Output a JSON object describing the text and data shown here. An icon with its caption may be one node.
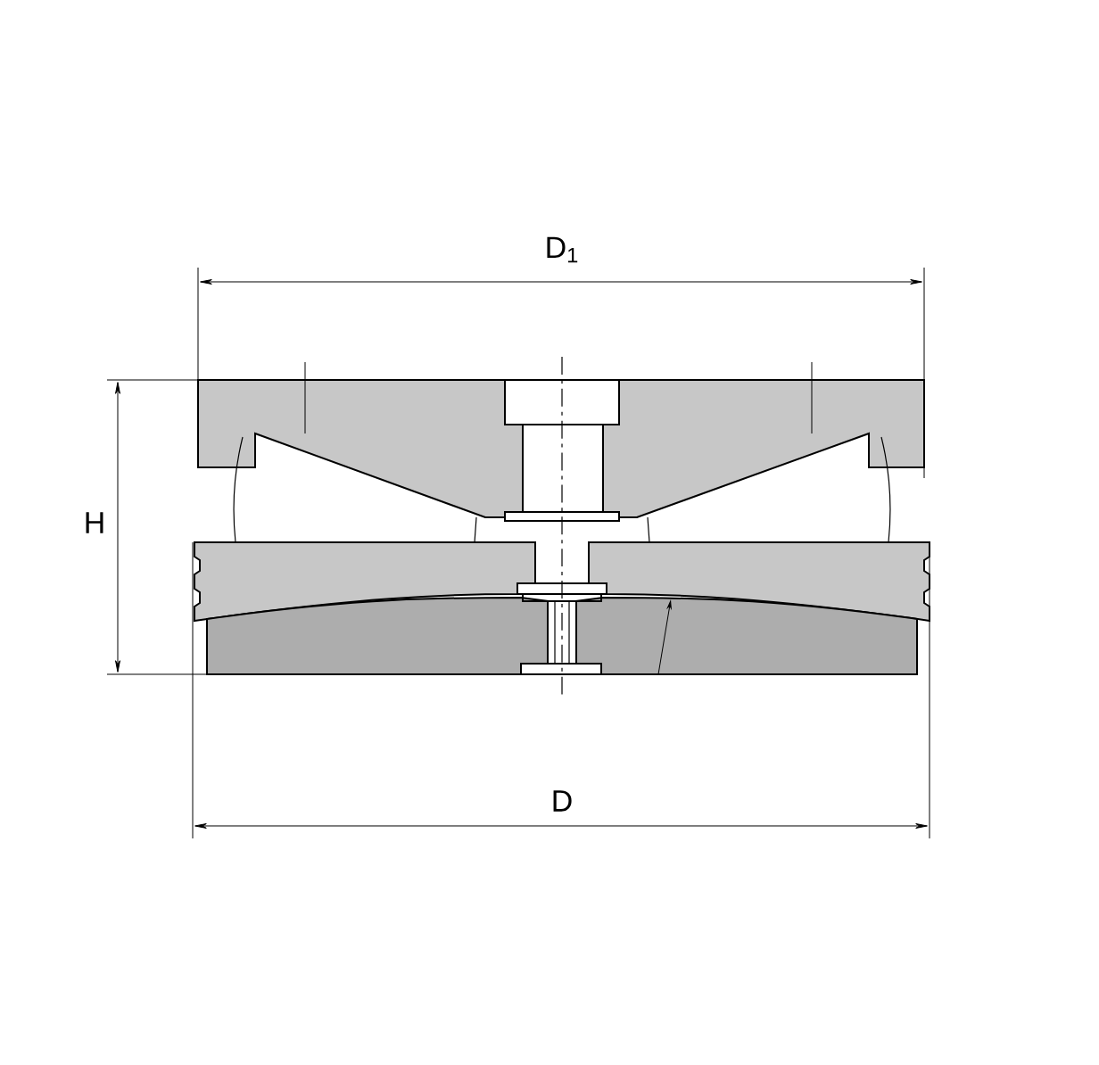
{
  "diagram": {
    "labels": [
      "D$_{1}$",
      "H",
      "D"
    ]
  }
}
